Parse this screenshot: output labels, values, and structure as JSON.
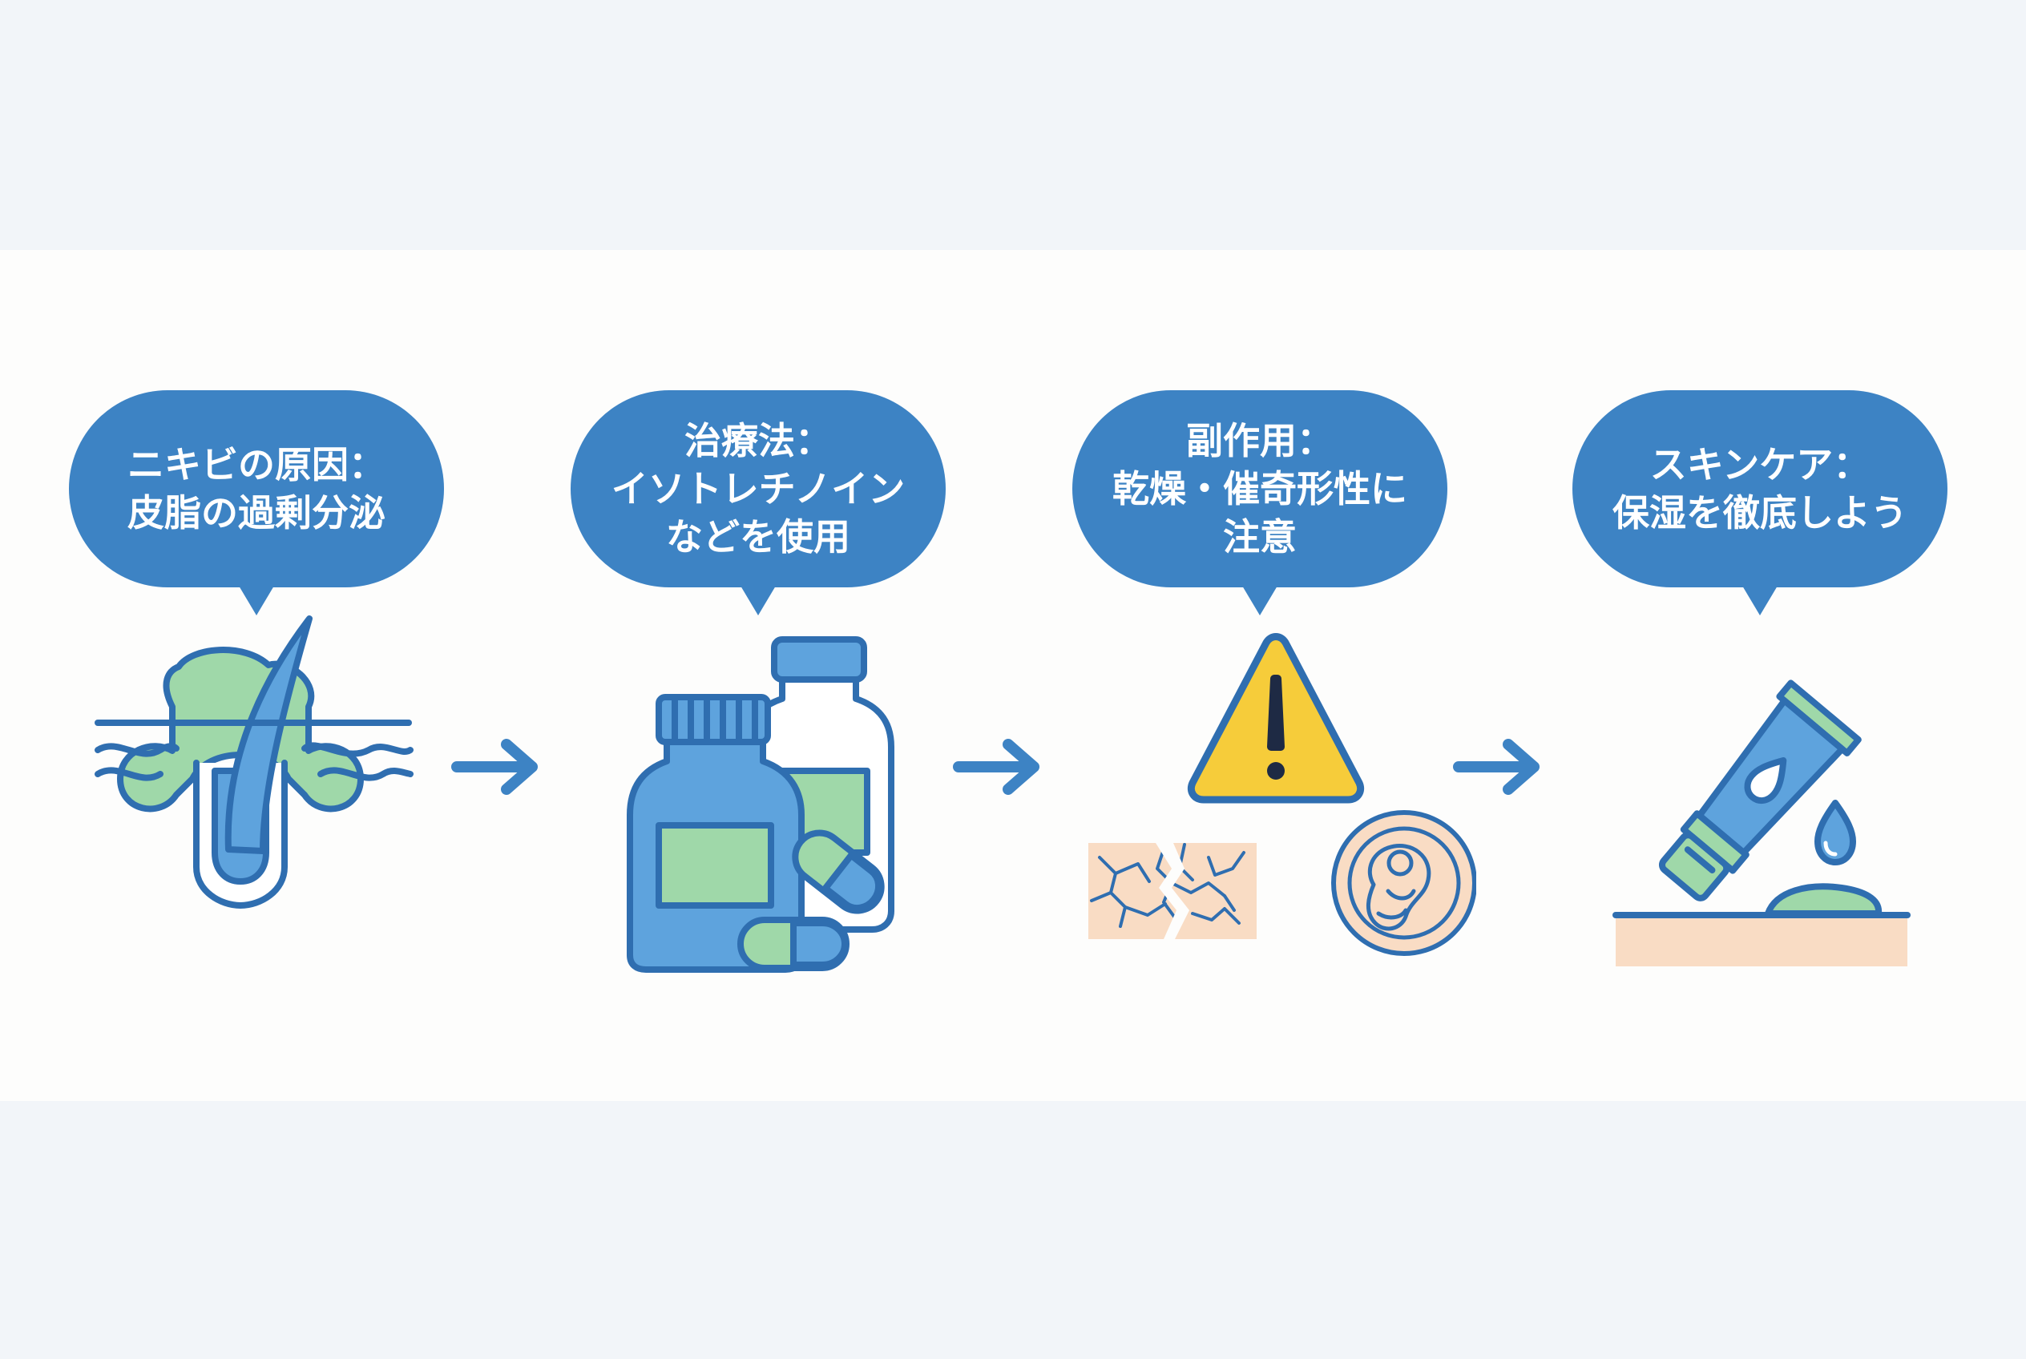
{
  "steps": [
    {
      "lines": [
        "ニキビの原因：",
        "皮脂の過剰分泌"
      ],
      "icon": "hair-follicle-sebum-icon"
    },
    {
      "lines": [
        "治療法：",
        "イソトレチノイン",
        "などを使用"
      ],
      "icon": "medicine-bottles-pills-icon"
    },
    {
      "lines": [
        "副作用：",
        "乾燥・催奇形性に",
        "注意"
      ],
      "icon": "warning-dry-skin-fetus-icon"
    },
    {
      "lines": [
        "スキンケア：",
        "保湿を徹底しよう"
      ],
      "icon": "moisturizer-tube-icon"
    }
  ],
  "colors": {
    "band": "#fdfdfc",
    "page": "#f2f5f9",
    "bubble": "#3d83c4",
    "outline": "#2f6eb0",
    "fill_blue": "#5ea3dd",
    "fill_green": "#9fd8a9",
    "warning_yellow": "#f6cc3a",
    "skin": "#f9dcc4"
  }
}
